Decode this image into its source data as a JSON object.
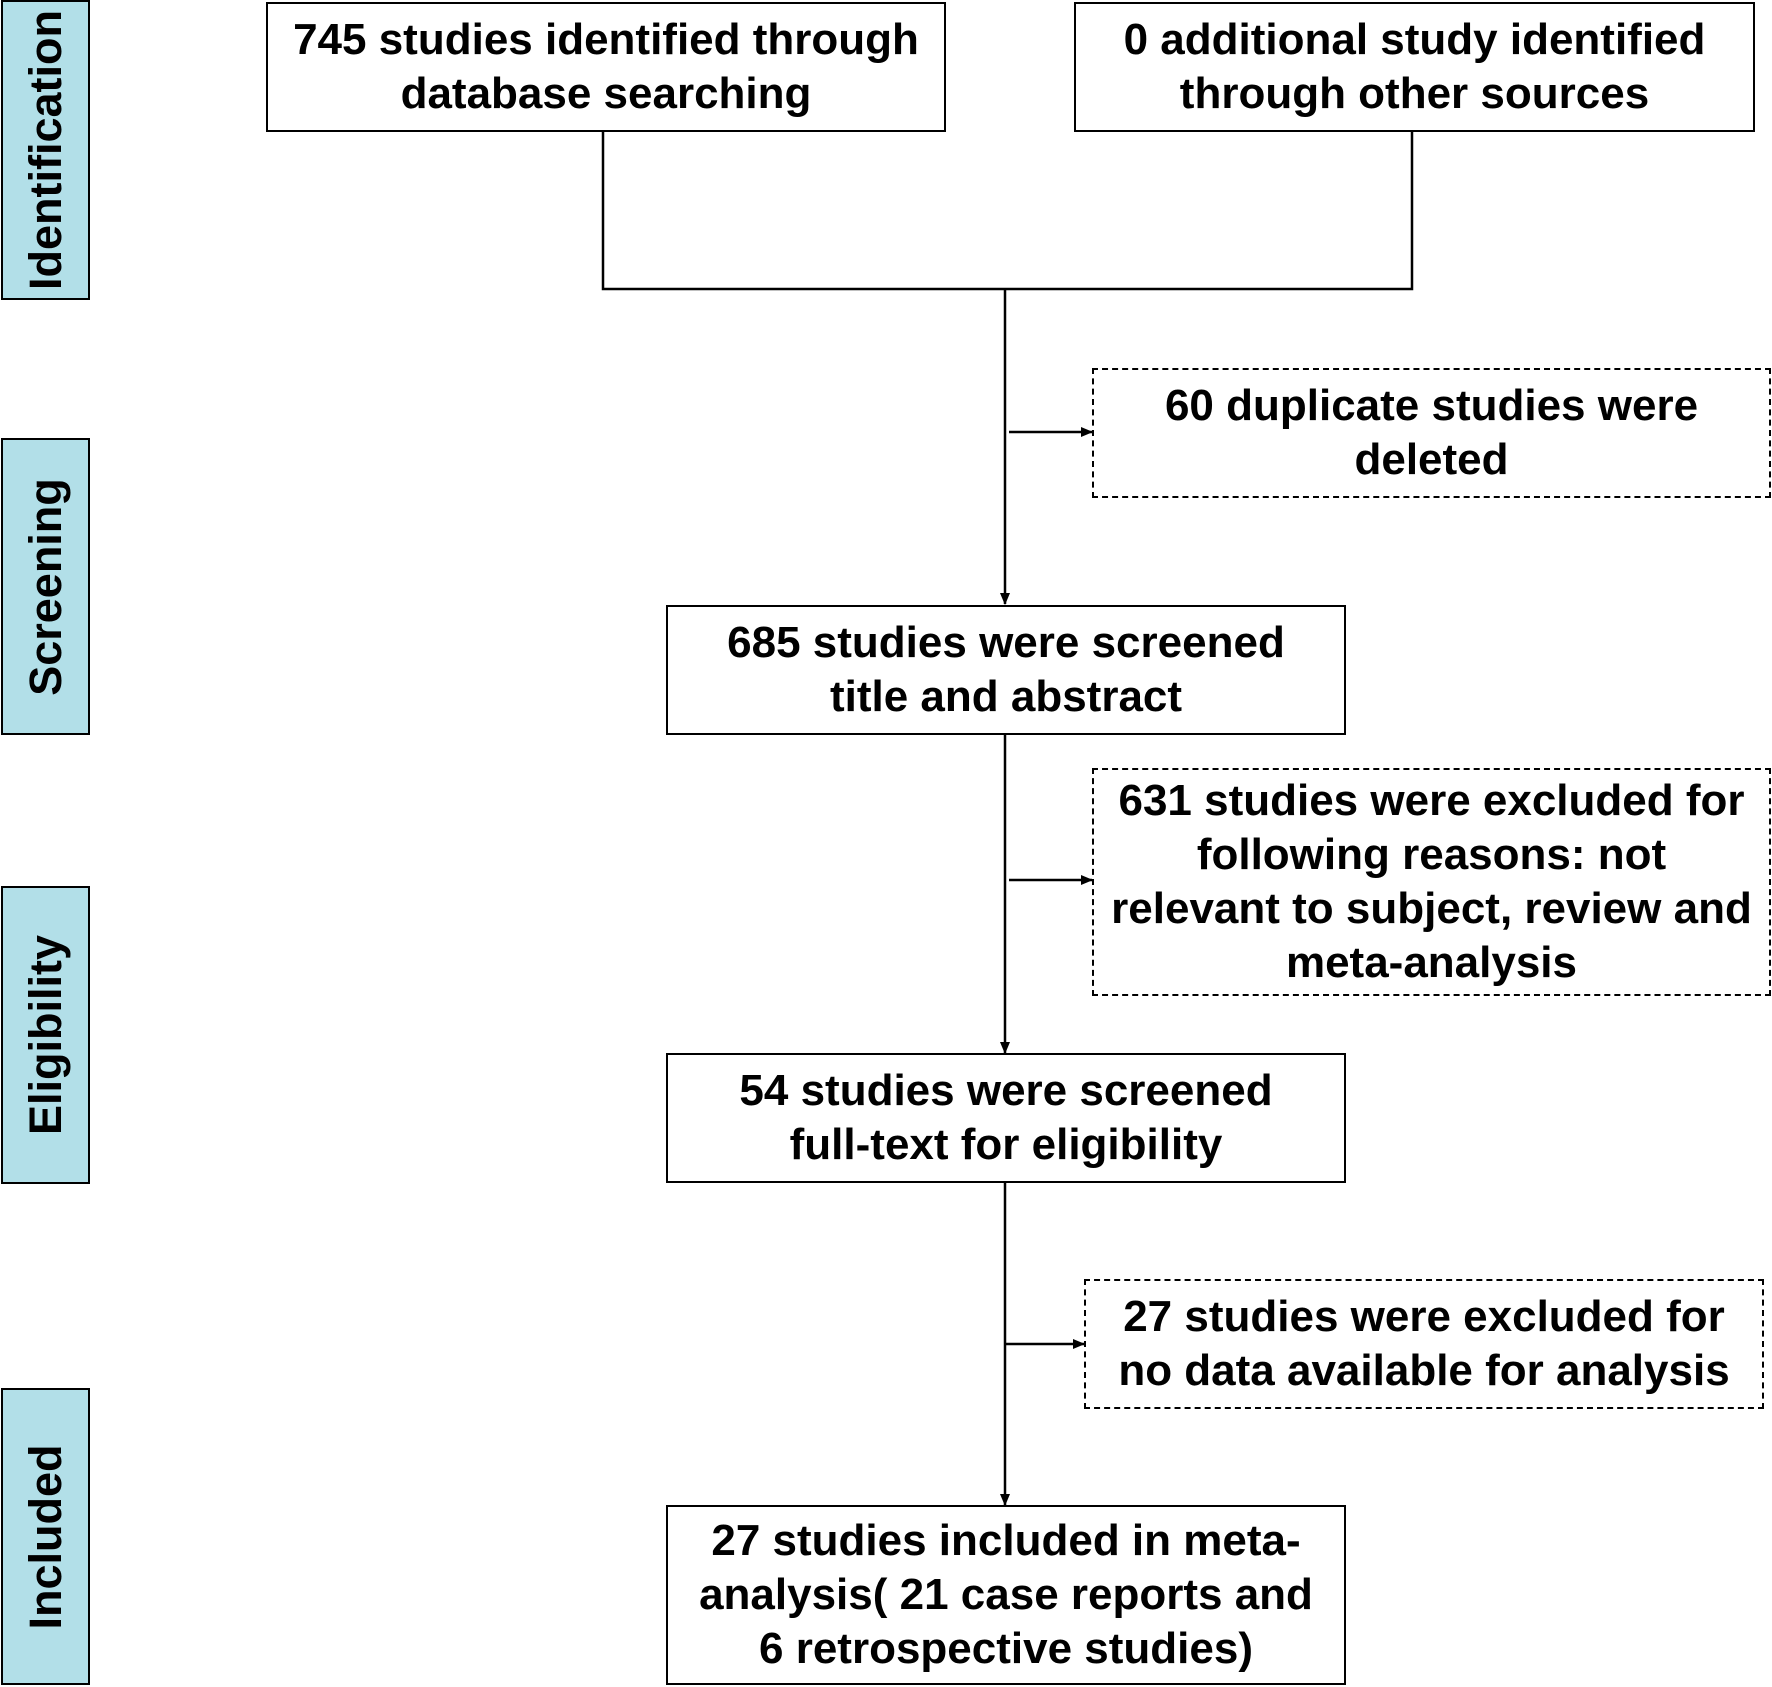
{
  "stages": [
    {
      "id": "identification",
      "label": "Identification"
    },
    {
      "id": "screening",
      "label": "Screening"
    },
    {
      "id": "eligibility",
      "label": "Eligibility"
    },
    {
      "id": "included",
      "label": "Included"
    }
  ],
  "boxes": {
    "database": "745 studies identified through\ndatabase searching",
    "other_sources": "0 additional study identified\nthrough other sources",
    "duplicates": "60 duplicate studies were\ndeleted",
    "screened": "685  studies were screened\ntitle and abstract",
    "excluded_1": "631 studies were excluded for\nfollowing reasons: not\nrelevant to subject, review and\nmeta-analysis",
    "fulltext": "54 studies were screened\nfull-text for eligibility",
    "excluded_2": "27 studies were excluded for\nno data available for analysis",
    "included": "27 studies included in meta-\nanalysis( 21 case reports and\n6 retrospective studies)"
  }
}
